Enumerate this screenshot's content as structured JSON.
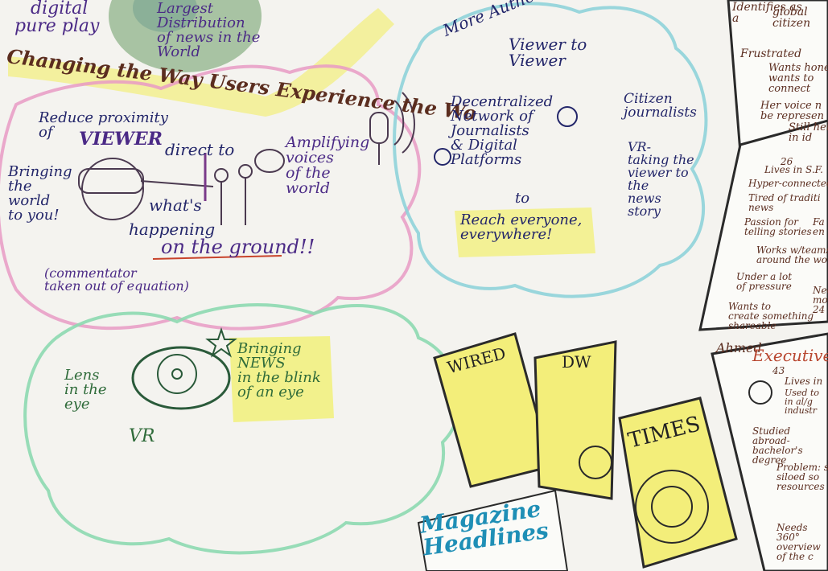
{
  "top_left": {
    "digital": "digital",
    "pure_play": "pure play",
    "largest_distribution": "Largest\nDistribution\nof news in the\nWorld"
  },
  "banner": {
    "changing": "Changing the Way Users Experience the Wo"
  },
  "left_cloud": {
    "reduce_proximity": "Reduce proximity\nof",
    "viewer": "VIEWER",
    "direct_to": "direct to",
    "amplifying": "Amplifying\nvoices\nof the\nworld",
    "bringing_world": "Bringing\nthe\nworld\nto you!",
    "whats": "what's",
    "happening": "happening",
    "on_the_ground": "on the ground!!",
    "commentator": "(commentator\ntaken out of equation)"
  },
  "center_cloud": {
    "title": "More Authentic News",
    "viewer_to_viewer": "Viewer to\nViewer",
    "decentralized": "Decentralized\nNetwork of\nJournalists\n& Digital\nPlatforms",
    "to": "to",
    "reach_everyone": "Reach everyone,\neverywhere!",
    "citizen_journalists": "Citizen\njournalists",
    "vr_taking": "VR-\ntaking the\nviewer to\nthe\nnews\nstory"
  },
  "bottom_cloud": {
    "lens": "Lens\nin the\neye",
    "vr": "VR",
    "bringing_news": "Bringing\nNEWS\nin the blink\nof an eye"
  },
  "magazines": {
    "wired": "WIRED",
    "dw": "DW",
    "times": "TIMES",
    "magazine_headlines": "Magazine\nHeadlines"
  },
  "persona_top": {
    "identifies": "Identifies as\na",
    "global_citizen": "global\ncitizen",
    "frustrated": "Frustrated",
    "wants_honest": "Wants hone\nwants to\nconnect",
    "her_voice": "Her voice n\nbe represen",
    "still_hel": "Still hel\nin id"
  },
  "persona_mid": {
    "age": "26",
    "lives_sf": "Lives in S.F.",
    "hyper_connected": "Hyper-connected",
    "tired": "Tired of traditi\nnews",
    "passion": "Passion for\ntelling stories",
    "fa": "Fa\nen",
    "works": "Works w/teams\naround the wor",
    "under_pressure": "Under a lot\nof pressure",
    "nee": "Nee\nmo\n24",
    "wants_create": "Wants to\ncreate something\nshareable"
  },
  "persona_bottom": {
    "name": "Ahmed",
    "role": "Executive",
    "age": "43",
    "lives_in": "Lives in",
    "used_to": "Used to\nin al/g\nindustr",
    "studied": "Studied\nabroad-\nbachelor's\ndegree",
    "problem": "Problem: sy\nsiloed so\nresources",
    "needs": "Needs\n360°\noverview\nof the c"
  }
}
